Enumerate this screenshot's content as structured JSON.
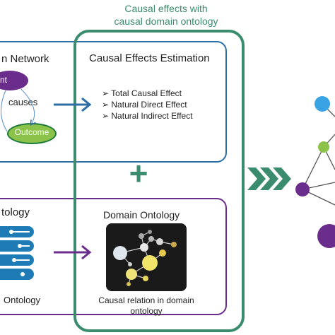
{
  "header": {
    "line1": "Causal effects with",
    "line2": "causal domain ontology"
  },
  "causal_network": {
    "title": "n Network",
    "node_treatment": "nt",
    "edge_label": "causes",
    "node_outcome": "Outcome"
  },
  "estimation": {
    "title": "Causal Effects Estimation",
    "items": [
      "Total Causal Effect",
      "Natural Direct Effect",
      "Natural Indirect Effect"
    ]
  },
  "plus_sign": "+",
  "ontology_left": {
    "title": "tology",
    "footer": "Ontology"
  },
  "domain_ontology": {
    "title": "Domain Ontology",
    "caption_line1": "Causal relation in domain",
    "caption_line2": "ontology"
  },
  "colors": {
    "green": "#3b8c6e",
    "blue": "#2e6ea6",
    "purple": "#6b2d8c",
    "lime": "#8bc34a",
    "sky": "#3aa3e3",
    "chevron": "#3b8c6e"
  }
}
